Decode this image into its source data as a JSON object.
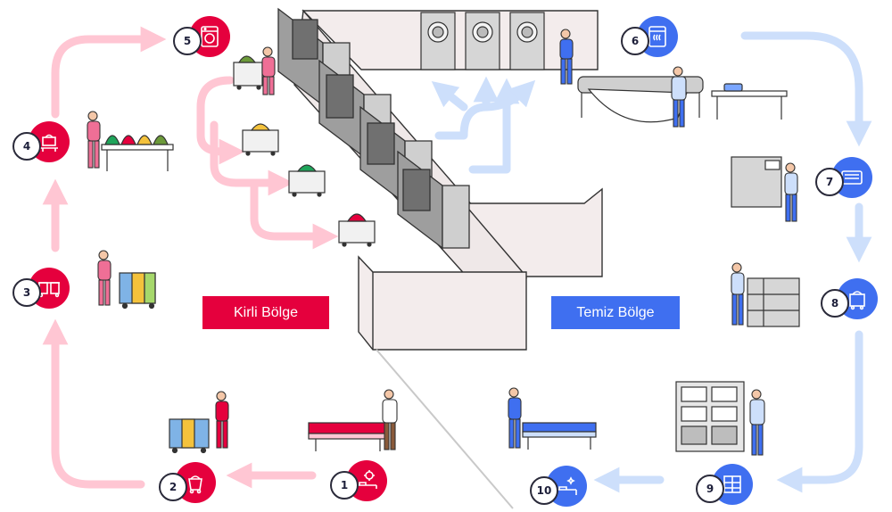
{
  "zones": {
    "dirty_label": "Kirli Bölge",
    "clean_label": "Temiz Bölge"
  },
  "colors": {
    "dirty": "#e5003d",
    "dirty_flow": "#ffc6d3",
    "clean": "#3f6ff0",
    "clean_flow": "#cddffb",
    "machine": "#bdbdbd",
    "wall": "#f2eaea"
  },
  "steps": [
    {
      "number": "1",
      "icon": "bed-virus-icon",
      "zone": "dirty"
    },
    {
      "number": "2",
      "icon": "laundry-bin-icon",
      "zone": "dirty"
    },
    {
      "number": "3",
      "icon": "sorting-bins-icon",
      "zone": "dirty"
    },
    {
      "number": "4",
      "icon": "scale-icon",
      "zone": "dirty"
    },
    {
      "number": "5",
      "icon": "washing-machine-icon",
      "zone": "dirty"
    },
    {
      "number": "6",
      "icon": "dryer-icon",
      "zone": "clean"
    },
    {
      "number": "7",
      "icon": "folded-linen-icon",
      "zone": "clean"
    },
    {
      "number": "8",
      "icon": "clean-cart-icon",
      "zone": "clean"
    },
    {
      "number": "9",
      "icon": "storage-shelf-icon",
      "zone": "clean"
    },
    {
      "number": "10",
      "icon": "clean-bed-icon",
      "zone": "clean"
    }
  ]
}
